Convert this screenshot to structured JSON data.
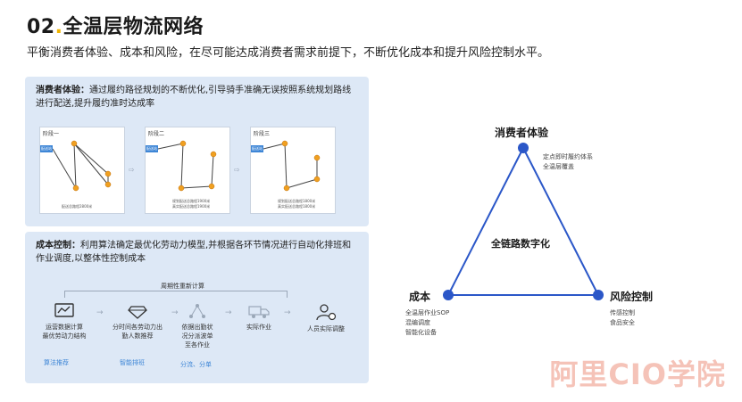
{
  "header": {
    "title_num": "02",
    "title_dot": ".",
    "title_text": "全温层物流网络",
    "subtitle": "平衡消费者体验、成本和风险，在尽可能达成消费者需求前提下，不断优化成本和提升风险控制水平。"
  },
  "consumer_panel": {
    "lead": "消费者体验：",
    "text": "通过履约路径规划的不断优化,引导骑手准确无误按照系统规划路线进行配送,提升履约准时达成率",
    "stages": [
      {
        "label": "阶段一",
        "box": "配送站",
        "captions": [
          "配送总路程2800米"
        ]
      },
      {
        "label": "阶段二",
        "box": "配送站",
        "captions": [
          "规划配送总路程1900米",
          "真实配送总路程1900米"
        ]
      },
      {
        "label": "阶段三",
        "box": "配送站",
        "captions": [
          "规划配送总路程1800米",
          "真实配送总路程1800米"
        ]
      }
    ]
  },
  "cost_panel": {
    "lead": "成本控制：",
    "text": "利用算法确定最优化劳动力模型,并根据各环节情况进行自动化排班和作业调度,以整体性控制成本",
    "flow_label": "周期性重新计算",
    "steps": [
      {
        "lines": [
          "运营数据计算",
          "最优劳动力结构"
        ],
        "link": "算法推荐",
        "icon": "chart-monitor-icon"
      },
      {
        "lines": [
          "分时间各劳动力出",
          "勤人数推荐"
        ],
        "link": "智能排班",
        "icon": "diamond-icon"
      },
      {
        "lines": [
          "依据出勤状",
          "况分派波单",
          "至各作业"
        ],
        "link": "分流、分单",
        "icon": "network-icon"
      },
      {
        "lines": [
          "实际作业"
        ],
        "link": "",
        "icon": "truck-icon"
      },
      {
        "lines": [
          "人员实际调整"
        ],
        "link": "",
        "icon": "person-gear-icon"
      }
    ]
  },
  "triangle": {
    "center": "全链路数字化",
    "top": {
      "label": "消费者体验",
      "subs": [
        "定点即时履约体系",
        "全温层覆盖"
      ]
    },
    "left": {
      "label": "成本",
      "subs": [
        "全温层作业SOP",
        "混编调度",
        "智能化设备"
      ]
    },
    "right": {
      "label": "风险控制",
      "subs": [
        "传感控制",
        "食品安全"
      ]
    },
    "color": "#2b57c8"
  },
  "watermark": "阿里CIO学院"
}
